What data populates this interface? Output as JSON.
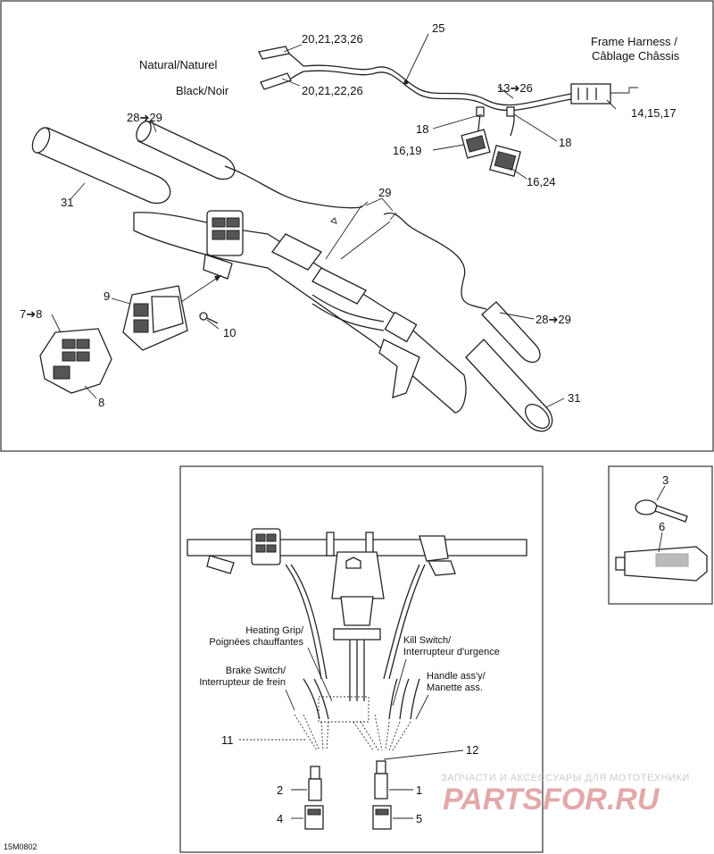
{
  "diagram_code": "15M0802",
  "top": {
    "callouts": {
      "c20_21_23_26": "20,21,23,26",
      "natural": "Natural/Naturel",
      "black": "Black/Noir",
      "c20_21_22_26": "20,21,22,26",
      "c25": "25",
      "frame_harness_1": "Frame Harness /",
      "frame_harness_2": "Câblage Châssis",
      "c13_26": "13➔26",
      "c14_15_17": "14,15,17",
      "c18_left": "18",
      "c18_right": "18",
      "c16_19": "16,19",
      "c16_24": "16,24",
      "c28_29_top": "28➔29",
      "c31_top": "31",
      "c29": "29",
      "c9": "9",
      "c7_8": "7➔8",
      "c10": "10",
      "c8": "8",
      "c28_29_right": "28➔29",
      "c31_bottom": "31"
    }
  },
  "wiring": {
    "heating_grip_1": "Heating Grip/",
    "heating_grip_2": "Poignées chauffantes",
    "brake_switch_1": "Brake Switch/",
    "brake_switch_2": "Interrupteur de frein",
    "kill_switch_1": "Kill Switch/",
    "kill_switch_2": "Interrupteur d'urgence",
    "handle_1": "Handle ass'y/",
    "handle_2": "Manette ass.",
    "c11": "11",
    "c12": "12",
    "c2": "2",
    "c1": "1",
    "c4": "4",
    "c5": "5"
  },
  "accessories": {
    "c3": "3",
    "c6": "6"
  },
  "watermark": {
    "line1": "ЗАПЧАСТИ И АКСЕССУАРЫ ДЛЯ МОТОТЕХНИКИ",
    "line2": "PARTSFOR.RU"
  }
}
